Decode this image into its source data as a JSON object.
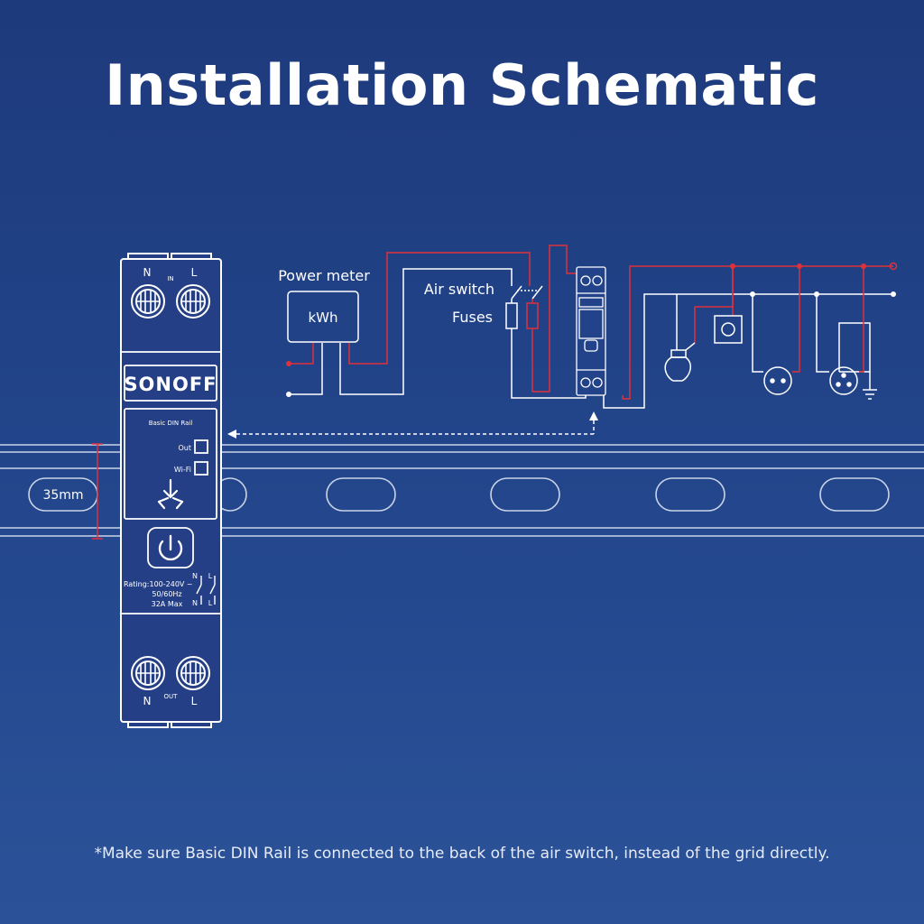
{
  "title": "Installation Schematic",
  "footnote": "*Make sure Basic DIN Rail is connected to the back of the air switch, instead of the grid directly.",
  "rail": {
    "width_label": "35mm"
  },
  "device": {
    "brand": "SONOFF",
    "model": "Basic DIN Rail",
    "in_n": "N",
    "in_l": "L",
    "in_label": "IN",
    "out_n": "N",
    "out_l": "L",
    "out_label": "OUT",
    "led_out": "Out",
    "led_wifi": "Wi-Fi",
    "rating_line1": "Rating:100-240V ~",
    "rating_line2": "50/60Hz",
    "rating_line3": "32A Max",
    "contact_n1": "N",
    "contact_l1": "L",
    "contact_n2": "N",
    "contact_l2": "L"
  },
  "schematic": {
    "power_meter": "Power meter",
    "kwh": "kWh",
    "air_switch": "Air switch",
    "fuses": "Fuses"
  },
  "colors": {
    "live": "#e0303a",
    "neutral": "#ffffff",
    "bg_top": "#1d3a7c",
    "bg_bottom": "#2b5299"
  }
}
